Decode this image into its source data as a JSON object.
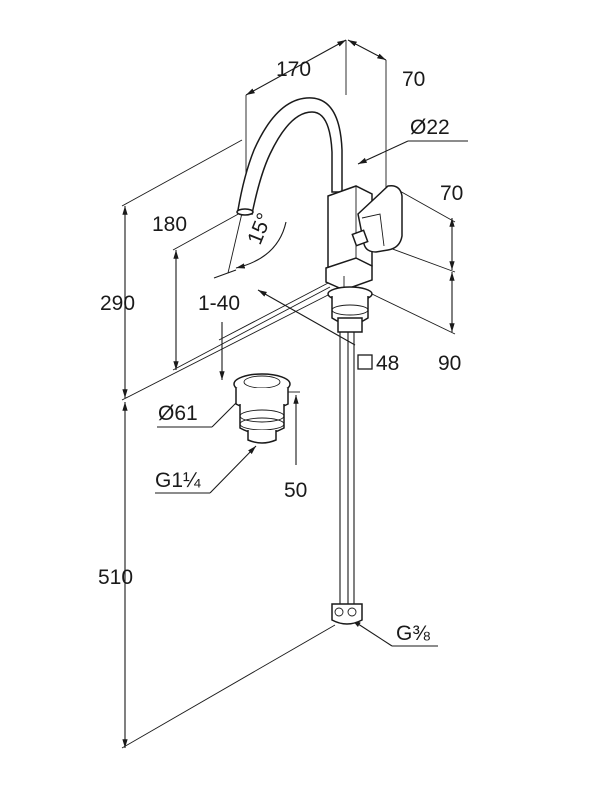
{
  "dimensions": {
    "reach": "170",
    "spout_top": "70",
    "spout_diameter": "Ø22",
    "handle_height": "70",
    "spout_height": "180",
    "angle": "15°",
    "total_height": "290",
    "mount_thickness": "1-40",
    "body_square": "48",
    "base_height": "90",
    "waste_diameter": "Ø61",
    "waste_thread": "G1¼",
    "waste_height": "50",
    "hose_length": "510",
    "hose_thread": "G⅜"
  }
}
